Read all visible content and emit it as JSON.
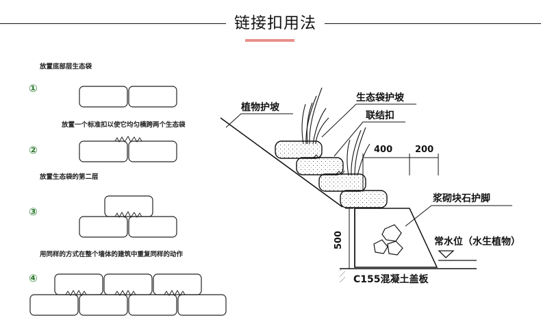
{
  "title": "链接扣用法",
  "colors": {
    "accent": "#e9908b",
    "step_number": "#2e7d32",
    "line": "#111111"
  },
  "steps": [
    {
      "num": "①",
      "text": "放置底部层生态袋"
    },
    {
      "num": "②",
      "text": "放置一个标准扣以使它均匀横跨两个生态袋"
    },
    {
      "num": "③",
      "text": "放置生态袋的第二层"
    },
    {
      "num": "④",
      "text": "用同样的方式在整个墙体的建筑中重复同样的动作"
    }
  ],
  "section": {
    "labels": {
      "vegetation_slope": "植物护坡",
      "ecobag_slope": "生态袋护坡",
      "connector": "联结扣",
      "stone_footing": "浆砌块石护脚",
      "water_level": "常水位（水生植物）",
      "cover_slab": "C155混凝土盖板"
    },
    "dimensions": {
      "step_depth": "400",
      "step_rise": "200",
      "footing_height": "500"
    }
  }
}
